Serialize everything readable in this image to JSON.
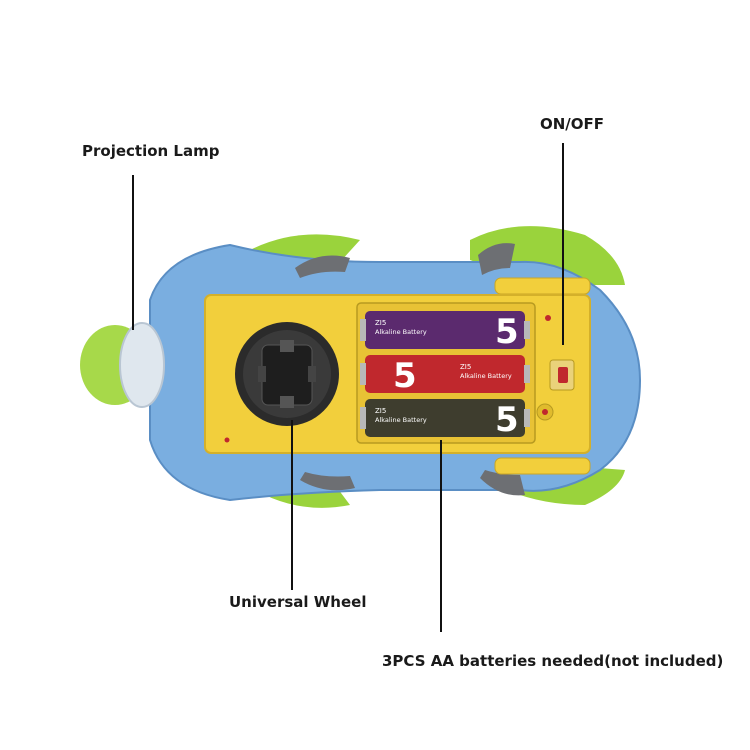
{
  "labels": {
    "projection_lamp": "Projection Lamp",
    "on_off": "ON/OFF",
    "universal_wheel": "Universal Wheel",
    "batteries_needed": "3PCS AA batteries needed(not included)"
  },
  "batteries": [
    {
      "brand": "ZI5",
      "line": "Alkaline Battery",
      "digit": "5",
      "color": "#5b2a6e"
    },
    {
      "brand": "ZI5",
      "line": "Alkaline Battery",
      "digit": "5",
      "color": "#c0282d"
    },
    {
      "brand": "ZI5",
      "line": "Alkaline Battery",
      "digit": "5",
      "color": "#3e3d2e"
    }
  ],
  "colors": {
    "body_blue": "#7aaee0",
    "panel_yellow": "#f2cf3c",
    "accent_green": "#9ad33c",
    "wheel_dark": "#2b2b2b"
  }
}
